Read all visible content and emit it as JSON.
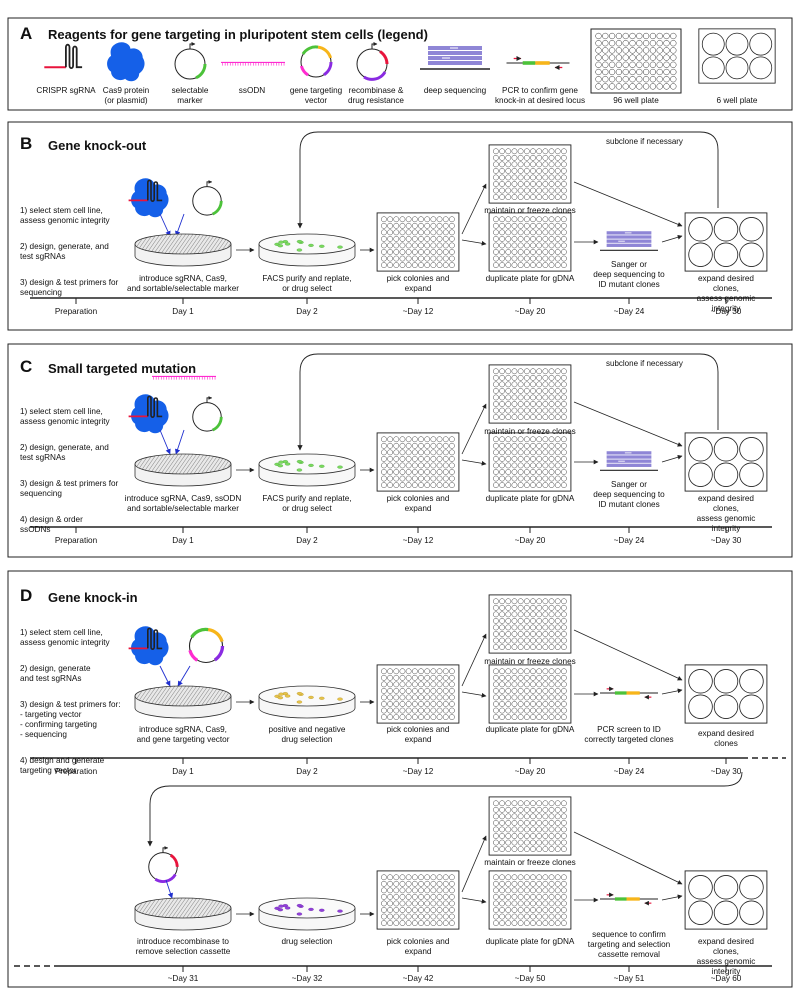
{
  "colors": {
    "sgrna_red": "#e8143c",
    "cas9_blue": "#1560e8",
    "marker_green": "#4cc23a",
    "ssodn_magenta": "#ff2bd0",
    "insert_orange": "#f7b51a",
    "recombinase_purple": "#8a2be2",
    "seq_lavender": "#8f86d6",
    "arrow_blue": "#1f2fcf",
    "cells_green": "#7bd95e",
    "cells_yellow": "#e6c34a",
    "cells_purple": "#9240d9"
  },
  "panel_a": {
    "letter": "A",
    "title": "Reagents for gene targeting in pluripotent stem cells (legend)",
    "items": [
      {
        "icon": "sgrna-icon",
        "label": "CRISPR sgRNA"
      },
      {
        "icon": "cas9-protein-icon",
        "label": "Cas9 protein\n(or plasmid)"
      },
      {
        "icon": "selectable-marker-icon",
        "label": "selectable\nmarker"
      },
      {
        "icon": "ssodn-icon",
        "label": "ssODN"
      },
      {
        "icon": "gene-targeting-vector-icon",
        "label": "gene targeting\nvector"
      },
      {
        "icon": "recombinase-plasmid-icon",
        "label": "recombinase &\ndrug resistance"
      },
      {
        "icon": "deep-sequencing-icon",
        "label": "deep sequencing"
      },
      {
        "icon": "pcr-icon",
        "label": "PCR to confirm gene\nknock-in at desired locus"
      },
      {
        "icon": "96-well-plate-icon",
        "label": "96 well plate"
      },
      {
        "icon": "6-well-plate-icon",
        "label": "6 well plate"
      }
    ]
  },
  "panel_b": {
    "letter": "B",
    "title": "Gene knock-out",
    "steps": [
      "1) select stem cell line,\n    assess genomic integrity",
      "2) design, generate, and\n    test sgRNAs",
      "3) design & test primers for\n    sequencing"
    ],
    "subclone_note": "subclone if necessary",
    "maintain_label": "maintain or freeze clones",
    "stages": [
      "introduce sgRNA, Cas9,\nand sortable/selectable marker",
      "FACS purify and replate,\nor drug select",
      "pick colonies and\nexpand",
      "duplicate plate for gDNA",
      "Sanger or\ndeep sequencing to\nID mutant clones",
      "expand desired clones,\nassess genomic integrity"
    ],
    "ticks": [
      "Preparation",
      "Day 1",
      "Day 2",
      "~Day 12",
      "~Day 20",
      "~Day 24",
      "~Day 30"
    ]
  },
  "panel_c": {
    "letter": "C",
    "title": "Small targeted mutation",
    "steps": [
      "1) select stem cell line,\n    assess genomic integrity",
      "2) design, generate, and\n    test sgRNAs",
      "3) design & test primers for\n    sequencing",
      "4) design & order\n    ssODNs"
    ],
    "subclone_note": "subclone if necessary",
    "maintain_label": "maintain or freeze clones",
    "stages": [
      "introduce sgRNA, Cas9, ssODN\nand sortable/selectable marker",
      "FACS purify and replate,\nor drug select",
      "pick colonies and\nexpand",
      "duplicate plate for gDNA",
      "Sanger or\ndeep sequencing to\nID mutant clones",
      "expand desired clones,\nassess genomic integrity"
    ],
    "ticks": [
      "Preparation",
      "Day 1",
      "Day 2",
      "~Day 12",
      "~Day 20",
      "~Day 24",
      "~Day 30"
    ]
  },
  "panel_d": {
    "letter": "D",
    "title": "Gene knock-in",
    "steps": [
      "1) select stem cell line,\n    assess genomic integrity",
      "2) design, generate\n    and test sgRNAs",
      "3) design & test primers for:\n  - targeting vector\n  - confirming targeting\n  - sequencing",
      "4) design and generate\n    targeting vector"
    ],
    "maintain_label": "maintain or freeze clones",
    "stages": [
      "introduce sgRNA, Cas9,\nand gene targeting vector",
      "positive and negative\ndrug selection",
      "pick colonies and\nexpand",
      "duplicate plate for gDNA",
      "PCR screen to ID\ncorrectly targeted clones",
      "expand desired clones"
    ],
    "ticks": [
      "Preparation",
      "Day 1",
      "Day 2",
      "~Day 12",
      "~Day 20",
      "~Day 24",
      "~Day 30"
    ],
    "maintain_label_2": "maintain or freeze clones",
    "stages_2": [
      "introduce recombinase to\nremove selection cassette",
      "drug selection",
      "pick colonies and\nexpand",
      "duplicate plate for gDNA",
      "sequence to confirm\ntargeting and selection\ncassette removal",
      "expand desired clones,\nassess genomic integrity"
    ],
    "ticks_2": [
      "~Day 31",
      "~Day 32",
      "~Day 42",
      "~Day 50",
      "~Day 51",
      "~Day 60"
    ]
  }
}
